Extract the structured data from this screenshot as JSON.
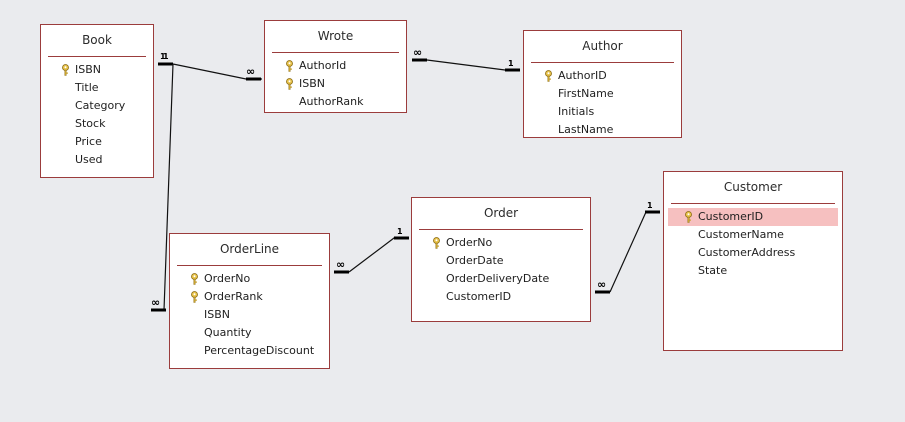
{
  "colors": {
    "border": "#9b3c3c",
    "background": "#eaebee",
    "highlight": "#f6c0c0"
  },
  "tables": {
    "book": {
      "title": "Book",
      "fields": [
        {
          "name": "ISBN",
          "pk": true
        },
        {
          "name": "Title",
          "pk": false
        },
        {
          "name": "Category",
          "pk": false
        },
        {
          "name": "Stock",
          "pk": false
        },
        {
          "name": "Price",
          "pk": false
        },
        {
          "name": "Used",
          "pk": false
        }
      ]
    },
    "wrote": {
      "title": "Wrote",
      "fields": [
        {
          "name": "AuthorId",
          "pk": true
        },
        {
          "name": "ISBN",
          "pk": true
        },
        {
          "name": "AuthorRank",
          "pk": false
        }
      ]
    },
    "author": {
      "title": "Author",
      "fields": [
        {
          "name": "AuthorID",
          "pk": true
        },
        {
          "name": "FirstName",
          "pk": false
        },
        {
          "name": "Initials",
          "pk": false
        },
        {
          "name": "LastName",
          "pk": false
        }
      ]
    },
    "orderline": {
      "title": "OrderLine",
      "fields": [
        {
          "name": "OrderNo",
          "pk": true
        },
        {
          "name": "OrderRank",
          "pk": true
        },
        {
          "name": "ISBN",
          "pk": false
        },
        {
          "name": "Quantity",
          "pk": false
        },
        {
          "name": "PercentageDiscount",
          "pk": false
        }
      ]
    },
    "order": {
      "title": "Order",
      "fields": [
        {
          "name": "OrderNo",
          "pk": true
        },
        {
          "name": "OrderDate",
          "pk": false
        },
        {
          "name": "OrderDeliveryDate",
          "pk": false
        },
        {
          "name": "CustomerID",
          "pk": false
        }
      ]
    },
    "customer": {
      "title": "Customer",
      "fields": [
        {
          "name": "CustomerID",
          "pk": true,
          "selected": true
        },
        {
          "name": "CustomerName",
          "pk": false
        },
        {
          "name": "CustomerAddress",
          "pk": false
        },
        {
          "name": "State",
          "pk": false
        }
      ]
    }
  },
  "relationships": {
    "book_wrote": {
      "one": "1",
      "many": "∞"
    },
    "wrote_author": {
      "one": "1",
      "many": "∞"
    },
    "book_orderline": {
      "one": "1",
      "many": "∞"
    },
    "order_orderline": {
      "one": "1",
      "many": "∞"
    },
    "customer_order": {
      "one": "1",
      "many": "∞"
    }
  }
}
